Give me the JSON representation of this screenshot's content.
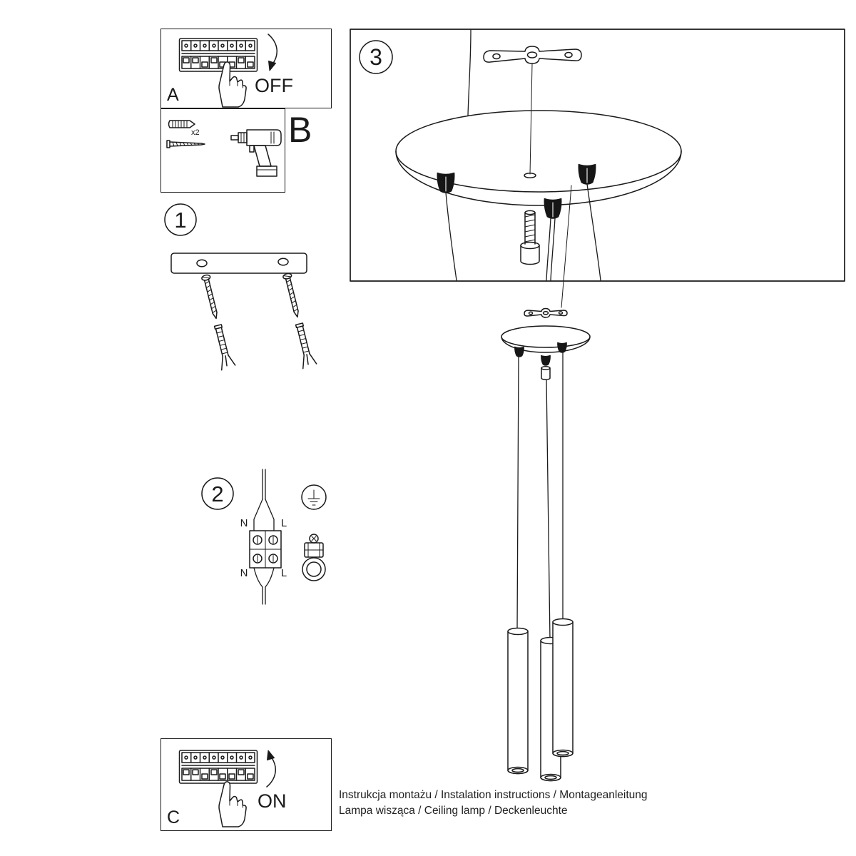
{
  "colors": {
    "background": "#ffffff",
    "ink": "#1a1a1a"
  },
  "panels": {
    "a": {
      "label": "A",
      "state": "OFF"
    },
    "b": {
      "label": "B",
      "quantity": "x2"
    },
    "c": {
      "label": "C",
      "state": "ON"
    }
  },
  "steps": {
    "s1": {
      "number": "1"
    },
    "s2": {
      "number": "2",
      "labels": {
        "top_left": "N",
        "top_right": "L",
        "bottom_left": "N",
        "bottom_right": "L"
      }
    },
    "s3": {
      "number": "3"
    }
  },
  "footer": {
    "line1": "Instrukcja montażu / Instalation instructions / Montageanleitung",
    "line2": "Lampa wisząca / Ceiling lamp / Deckenleuchte"
  }
}
